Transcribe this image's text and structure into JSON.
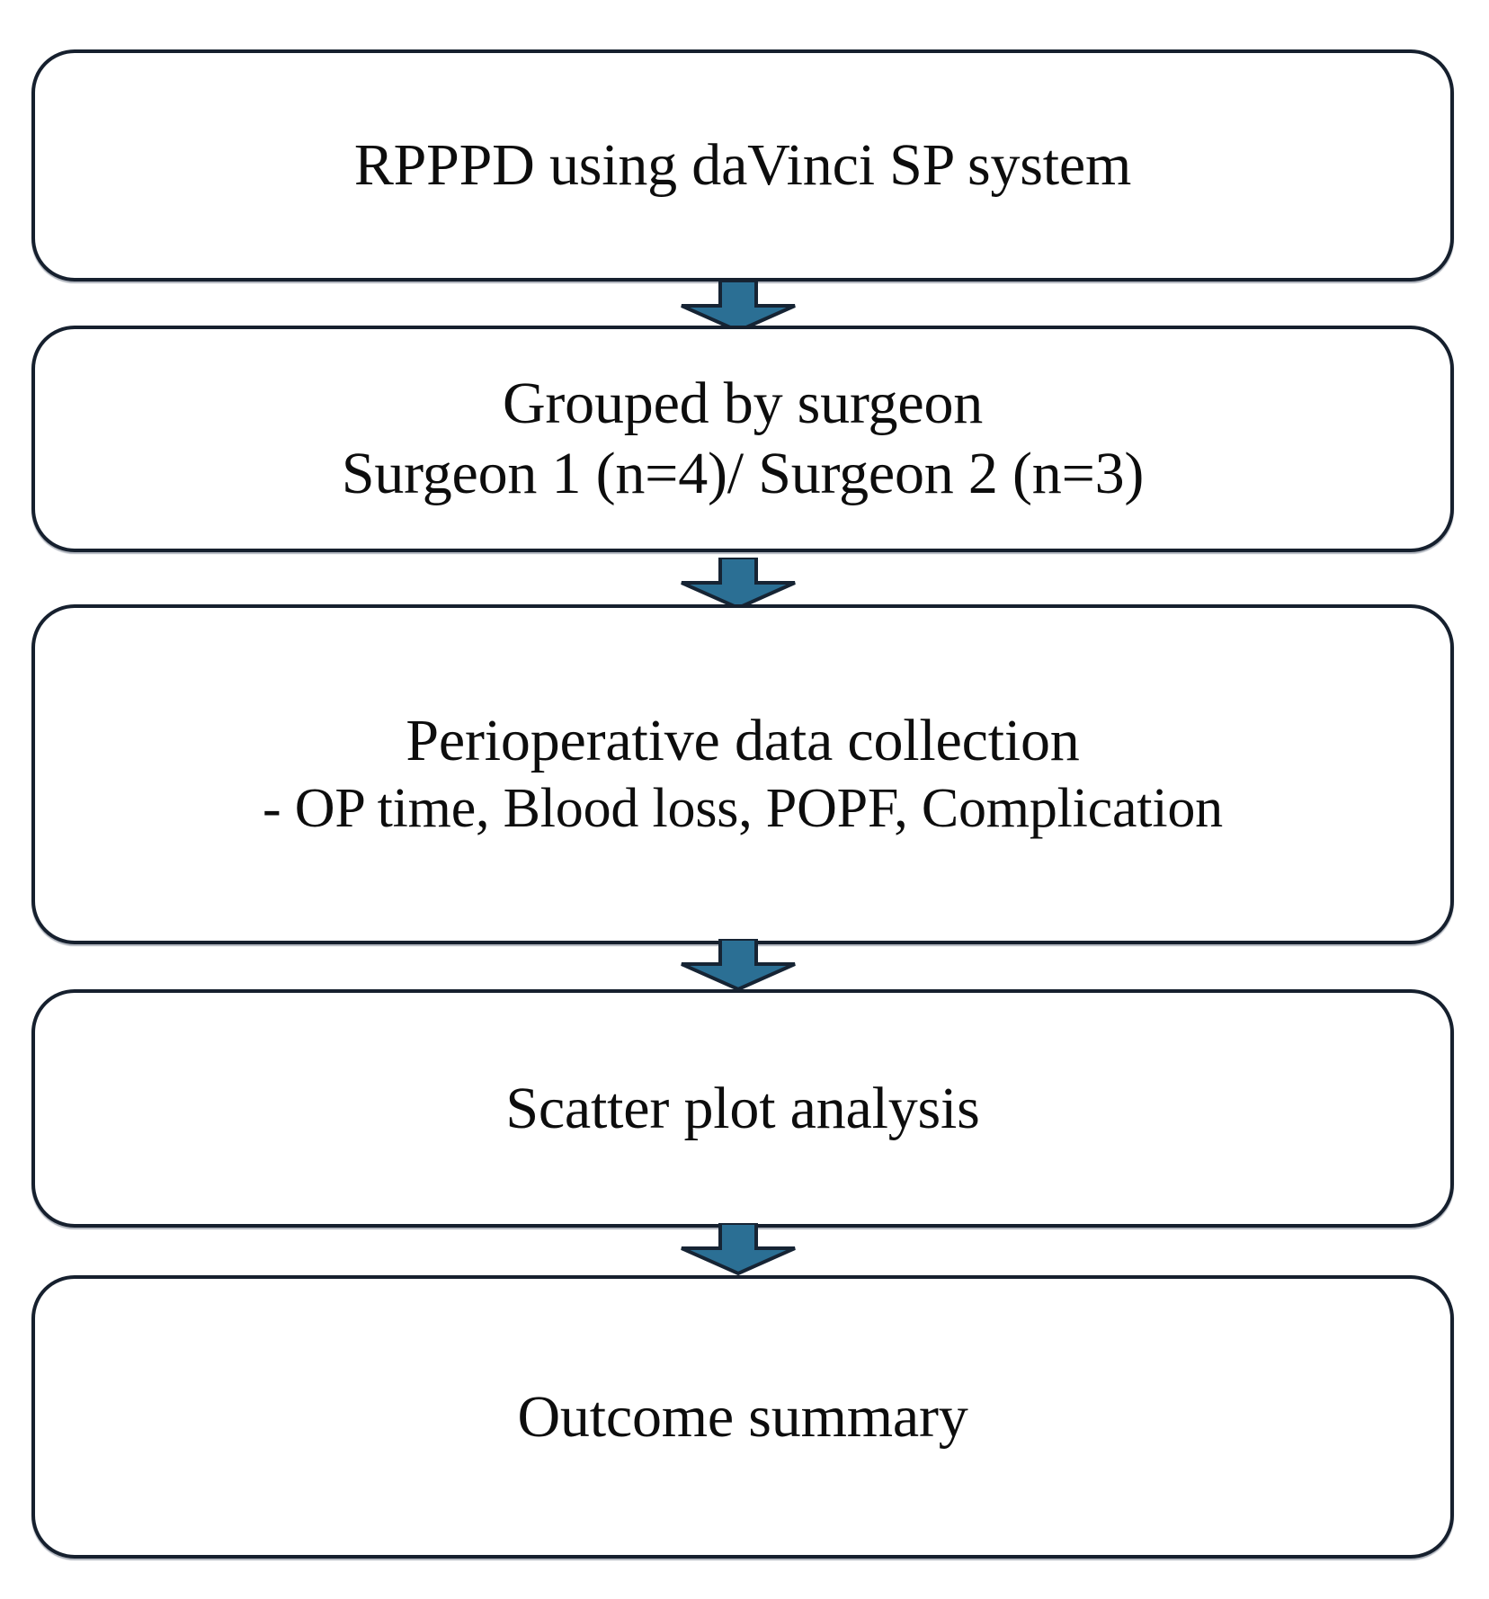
{
  "diagram": {
    "title": "Study workflow flowchart",
    "type": "vertical-flowchart",
    "colors": {
      "box_border": "#16202e",
      "box_fill": "#ffffff",
      "arrow_fill": "#2b6f94",
      "arrow_stroke": "#162434",
      "text": "#0d0d0d",
      "background": "#ffffff"
    },
    "nodes": [
      {
        "id": "step-1",
        "lines": [
          "RPPPD using daVinci SP system"
        ]
      },
      {
        "id": "step-2",
        "lines": [
          "Grouped by surgeon",
          "Surgeon 1 (n=4)/ Surgeon 2 (n=3)"
        ]
      },
      {
        "id": "step-3",
        "lines": [
          "Perioperative data collection",
          "- OP time, Blood loss, POPF, Complication"
        ]
      },
      {
        "id": "step-4",
        "lines": [
          "Scatter plot analysis"
        ]
      },
      {
        "id": "step-5",
        "lines": [
          "Outcome summary"
        ]
      }
    ],
    "connectors": [
      {
        "id": "arrow-1",
        "from": "step-1",
        "to": "step-2",
        "icon": "down-arrow-icon"
      },
      {
        "id": "arrow-2",
        "from": "step-2",
        "to": "step-3",
        "icon": "down-arrow-icon"
      },
      {
        "id": "arrow-3",
        "from": "step-3",
        "to": "step-4",
        "icon": "down-arrow-icon"
      },
      {
        "id": "arrow-4",
        "from": "step-4",
        "to": "step-5",
        "icon": "down-arrow-icon"
      }
    ]
  }
}
